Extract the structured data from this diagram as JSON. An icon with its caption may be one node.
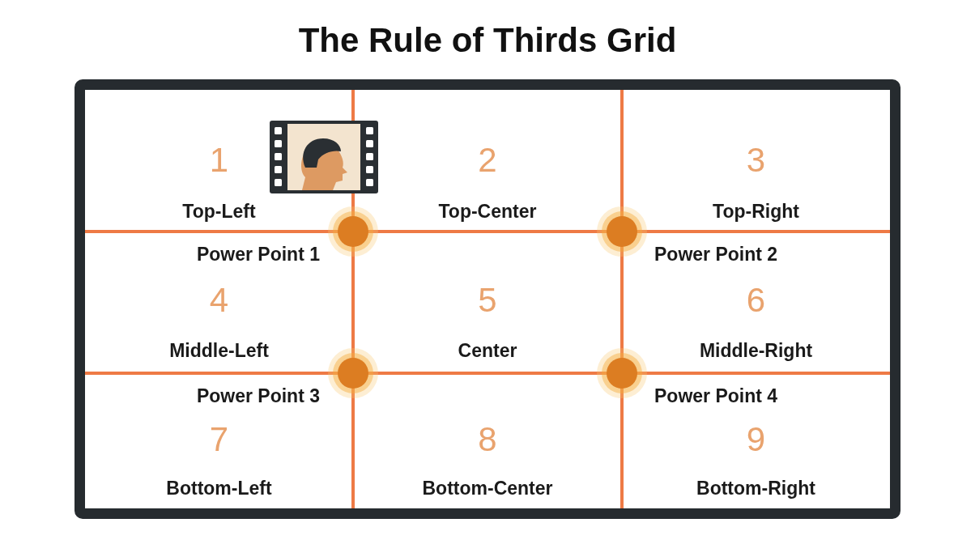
{
  "diagram": {
    "title": "The Rule of Thirds Grid",
    "nodes": [
      {
        "text": [],
        "shape": "box"
      },
      {
        "text": [
          "1",
          "Top-Left"
        ],
        "in": 0
      },
      {
        "text": [
          "2",
          "Top-Center"
        ],
        "in": 0
      },
      {
        "text": [
          "3",
          "Top-Right"
        ],
        "in": 0
      },
      {
        "text": [
          "4",
          "Middle-Left"
        ],
        "in": 0
      },
      {
        "text": [
          "5",
          "Center"
        ],
        "in": 0
      },
      {
        "text": [
          "6",
          "Middle-Right"
        ],
        "in": 0
      },
      {
        "text": [
          "7",
          "Bottom-Left"
        ],
        "in": 0
      },
      {
        "text": [
          "8",
          "Bottom-Center"
        ],
        "in": 0
      },
      {
        "text": [
          "9",
          "Bottom-Right"
        ],
        "in": 0
      },
      {
        "text": [],
        "shape": "circle",
        "beside": [
          "Power Point 1"
        ],
        "in": 0
      },
      {
        "text": [],
        "shape": "circle",
        "beside": [
          "Power Point 2"
        ],
        "in": 0
      },
      {
        "text": [],
        "shape": "circle",
        "beside": [
          "Power Point 3"
        ],
        "in": 0
      },
      {
        "text": [],
        "shape": "circle",
        "beside": [
          "Power Point 4"
        ],
        "in": 0
      }
    ],
    "edges": []
  }
}
